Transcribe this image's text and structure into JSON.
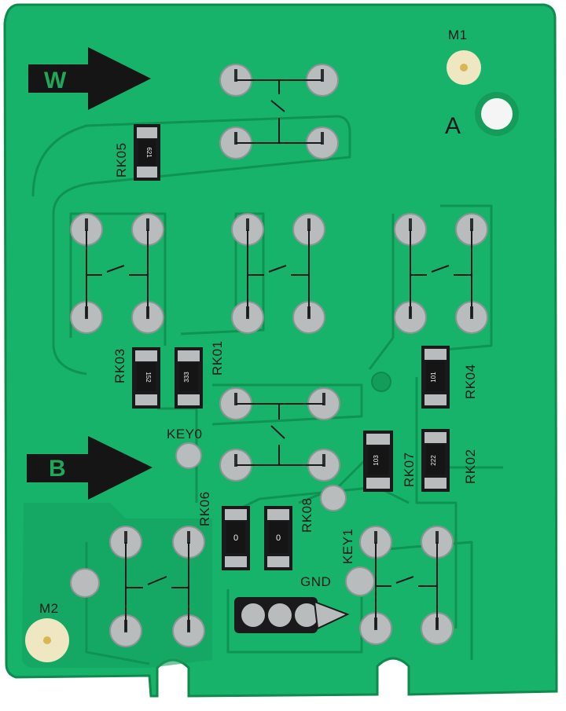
{
  "board": {
    "colors": {
      "board": "#18b36a",
      "trace": "#139c5a",
      "pad": "#b8bcbc",
      "silkscreen": "#1a1a1a",
      "edge": "#0f8a4e",
      "hole": "#f5f5f5",
      "gold": "#d9b654"
    },
    "arrows": {
      "top_label": "W",
      "bottom_label": "B"
    },
    "mount_labels": {
      "m1": "M1",
      "m2": "M2",
      "a": "A"
    },
    "references": {
      "rk05": "RK05",
      "rk03": "RK03",
      "rk01": "RK01",
      "rk04": "RK04",
      "rk07": "RK07",
      "rk02": "RK02",
      "rk06": "RK06",
      "rk08": "RK08",
      "key0": "KEY0",
      "key1": "KEY1",
      "gnd": "GND"
    },
    "resistor_codes": {
      "rk05": "621",
      "rk03": "152",
      "rk01": "333",
      "rk04": "101",
      "rk07": "103",
      "rk02": "222",
      "rk06": "0",
      "rk08": "0"
    }
  }
}
